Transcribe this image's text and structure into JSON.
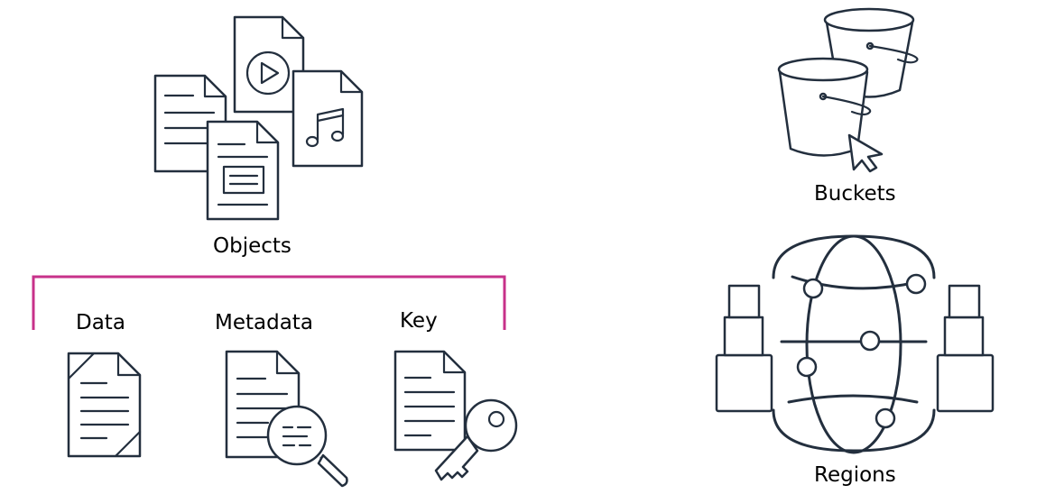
{
  "labels": {
    "objects": "Objects",
    "data": "Data",
    "metadata": "Metadata",
    "key": "Key",
    "buckets": "Buckets",
    "regions": "Regions"
  },
  "colors": {
    "icon_stroke": "#232f3e",
    "bracket": "#c7318a",
    "background": "#ffffff"
  },
  "icons": {
    "objects": [
      "document-icon",
      "video-file-icon",
      "audio-file-icon",
      "image-file-icon"
    ],
    "components": [
      "data-file-icon",
      "metadata-search-icon",
      "key-icon"
    ],
    "buckets": [
      "bucket-icon",
      "cursor-icon"
    ],
    "regions": [
      "globe-icon",
      "server-icon"
    ]
  }
}
